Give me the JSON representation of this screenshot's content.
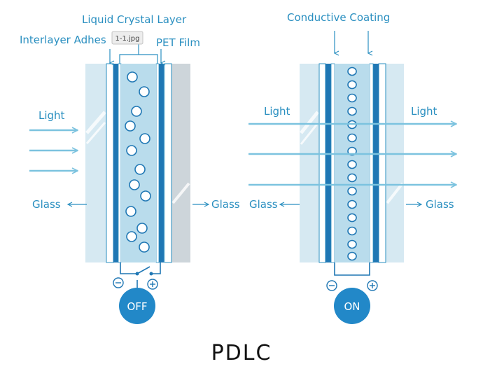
{
  "labels": {
    "liquid_crystal_layer": "Liquid Crystal Layer",
    "interlayer_adhesive": "Interlayer Adhes",
    "pet_film": "PET Film",
    "conductive_coating": "Conductive Coating",
    "light": "Light",
    "glass": "Glass",
    "tooltip": "1-1.jpg",
    "title": "PDLC"
  },
  "states": {
    "off": "OFF",
    "on": "ON"
  },
  "colors": {
    "accent": "#2a8fc0",
    "electrode": "#1f77b4",
    "glass": "#d6e9f2",
    "liquid_crystal": "#b9dcec",
    "pet_film_gray": "#cdd5da",
    "light_arrow": "#7cc3df",
    "badge": "#2288c8"
  }
}
